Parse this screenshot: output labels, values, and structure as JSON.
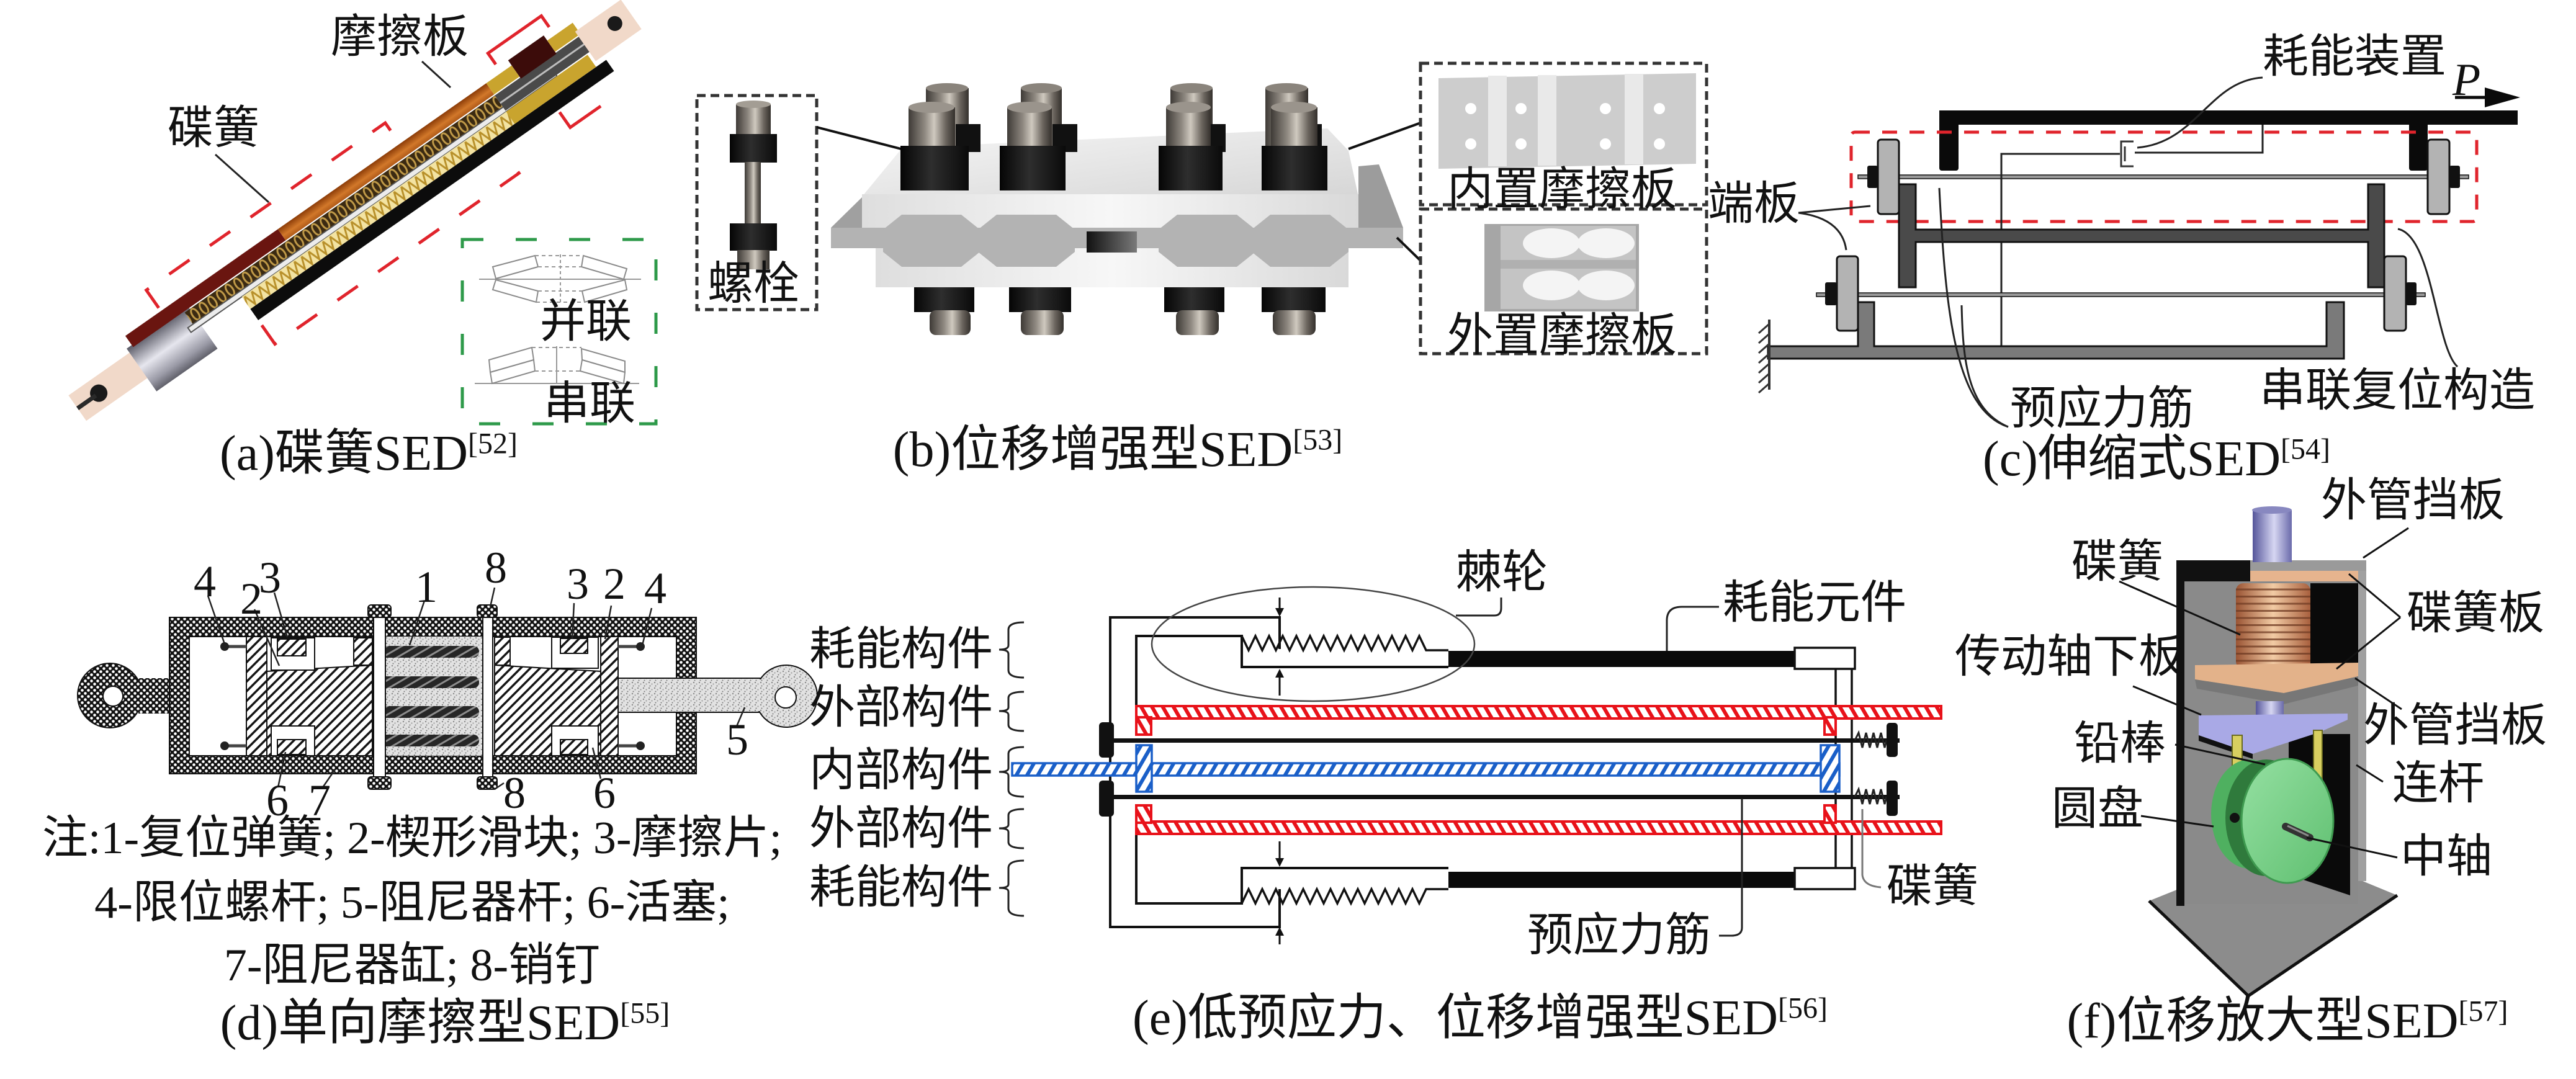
{
  "palette": {
    "red_dash": "#e0242c",
    "green_dash": "#2e9a4a",
    "red_tube": "#e8121a",
    "blue_tube": "#1a5fc8"
  },
  "panel_a": {
    "caption": "(a)碟簧SED",
    "ref": "[52]",
    "labels": {
      "friction_plate": "摩擦板",
      "disc_spring": "碟簧",
      "parallel": "并联",
      "series": "串联"
    }
  },
  "panel_b": {
    "caption": "(b)位移增强型SED",
    "ref": "[53]",
    "labels": {
      "bolt": "螺栓",
      "inner_friction_plate": "内置摩擦板",
      "outer_friction_plate": "外置摩擦板"
    }
  },
  "panel_c": {
    "caption": "(c)伸缩式SED",
    "ref": "[54]",
    "labels": {
      "energy_device": "耗能装置",
      "load": "P",
      "end_plate": "端板",
      "tendon": "预应力筋",
      "series_reset": "串联复位构造"
    }
  },
  "panel_d": {
    "caption": "(d)单向摩擦型SED",
    "ref": "[55]",
    "part_numbers": [
      "4",
      "2",
      "3",
      "1",
      "8",
      "3",
      "2",
      "4",
      "5",
      "6",
      "7",
      "8",
      "6"
    ],
    "notes": [
      "注:1-复位弹簧; 2-楔形滑块; 3-摩擦片;",
      "4-限位螺杆; 5-阻尼器杆; 6-活塞;",
      "7-阻尼器缸; 8-销钉"
    ]
  },
  "panel_e": {
    "caption": "(e)低预应力、位移增强型SED",
    "ref": "[56]",
    "member_labels": [
      "耗能构件",
      "外部构件",
      "内部构件",
      "外部构件",
      "耗能构件"
    ],
    "labels": {
      "ratchet": "棘轮",
      "energy_element": "耗能元件",
      "tendon": "预应力筋",
      "disc_spring": "碟簧"
    }
  },
  "panel_f": {
    "caption": "(f)位移放大型SED",
    "ref": "[57]",
    "labels": {
      "outer_baffle_top": "外管挡板",
      "disc_spring": "碟簧",
      "disc_spring_plate": "碟簧板",
      "shaft_lower_plate": "传动轴下板",
      "outer_baffle_bottom": "外管挡板",
      "lead_rod": "铅棒",
      "link_rod": "连杆",
      "disc": "圆盘",
      "center_shaft": "中轴"
    }
  }
}
